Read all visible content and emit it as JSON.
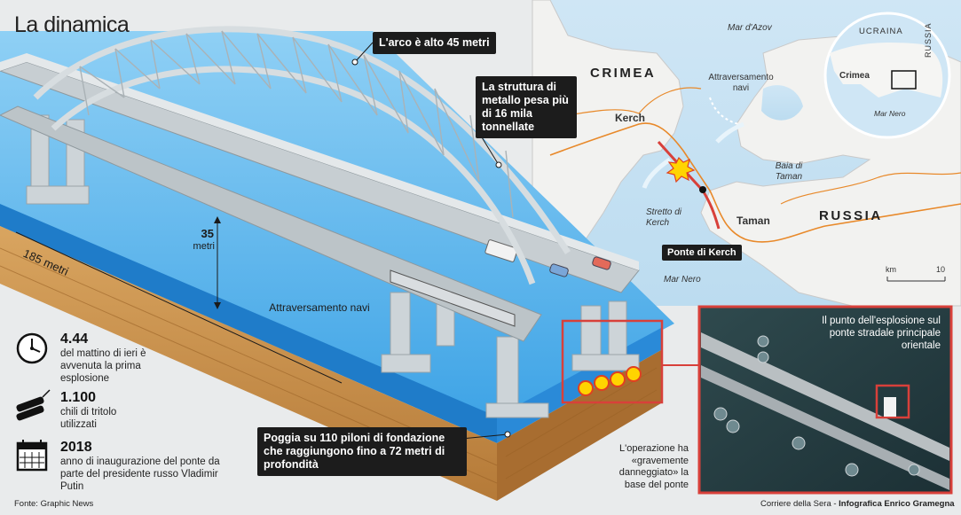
{
  "title": "La dinamica",
  "callouts": {
    "arch_height": "L'arco è alto 45 metri",
    "structure_weight": "La struttura di metallo pesa più di 16 mila tonnellate",
    "foundation": "Poggia su 110 piloni di fondazione che raggiungono fino a 72 metri di profondità"
  },
  "dimensions": {
    "height_value": "35",
    "height_unit": "metri",
    "length": "185 metri",
    "ship_crossing": "Attraversamento navi"
  },
  "facts": [
    {
      "value": "4.44",
      "text": "del mattino di ieri è avvenuta la prima esplosione",
      "icon": "clock-icon"
    },
    {
      "value": "1.100",
      "text": "chili di tritolo utilizzati",
      "icon": "dynamite-icon"
    },
    {
      "value": "2018",
      "text": "anno di inaugurazione del ponte da parte del presidente russo Vladimir Putin",
      "icon": "calendar-icon"
    }
  ],
  "map": {
    "sea_azov": "Mar d'Azov",
    "crimea": "CRIMEA",
    "ship_crossing": "Attraversamento navi",
    "kerch": "Kerch",
    "baia_taman": "Baia di Taman",
    "stretto": "Stretto di Kerch",
    "taman": "Taman",
    "russia": "RUSSIA",
    "bridge_label": "Ponte di Kerch",
    "black_sea": "Mar Nero",
    "scale_unit": "km",
    "scale_value": "10"
  },
  "inset": {
    "ukraine": "UCRAINA",
    "crimea": "Crimea",
    "russia": "RUSSIA",
    "black_sea": "Mar Nero"
  },
  "satellite": {
    "caption": "Il punto dell'esplosione sul ponte stradale principale orientale"
  },
  "operation_note": "L'operazione ha «gravemente danneggiato» la base del ponte",
  "source": "Fonte: Graphic News",
  "credit_publisher": "Corriere della Sera - ",
  "credit_author": "Infografica Enrico Gramegna",
  "colors": {
    "water": "#2e8bd8",
    "road": "#e8892a",
    "explosion": "#ffd400",
    "highlight": "#d8403a"
  }
}
